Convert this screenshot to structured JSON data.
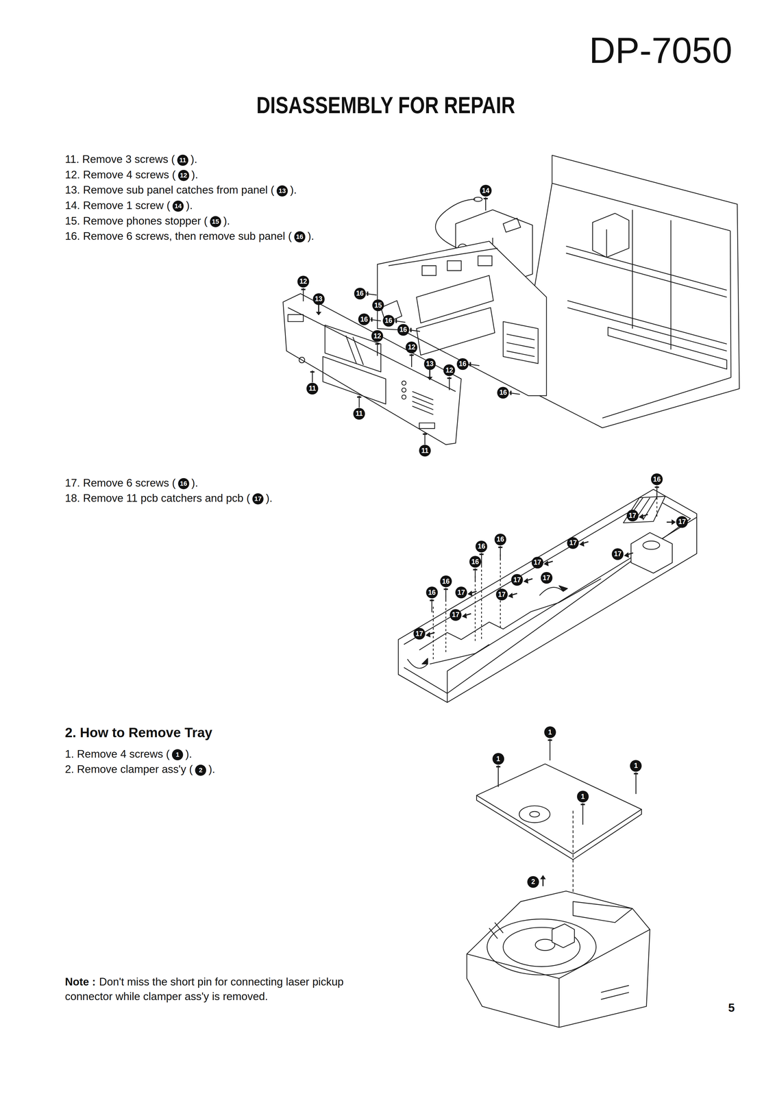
{
  "diagram": {
    "title": "DISASSEMBLY FOR REPAIR",
    "labels": [
      "DP-7050",
      "11. Remove 3 screws (",
      "11",
      ").",
      "12. Remove 4 screws (",
      "12",
      ").",
      "13. Remove sub panel catches from panel (",
      "13",
      ").",
      "14. Remove 1 screw (",
      "14",
      ").",
      "15. Remove phones stopper (",
      "15",
      ").",
      "16. Remove 6 screws, then remove sub panel (",
      "16",
      ").",
      "14",
      "12",
      "13",
      "12",
      "12",
      "13",
      "12",
      "16",
      "15",
      "16",
      "16",
      "16",
      "16",
      "16",
      "11",
      "11",
      "11",
      "17. Remove 6 screws (",
      "16",
      ").",
      "18. Remove 11 pcb catchers and pcb (",
      "17",
      ").",
      "16",
      "16",
      "16",
      "16",
      "16",
      "16",
      "17",
      "17",
      "17",
      "17",
      "17",
      "17",
      "17",
      "17",
      "17",
      "17",
      "17",
      "2. How to Remove Tray",
      "1. Remove 4 screws (",
      "1",
      ").",
      "2. Remove clamper ass'y (",
      "2",
      ").",
      "1",
      "1",
      "1",
      "1",
      "2",
      "Note :",
      "Don't miss the short pin for connecting laser pickup connector while clamper ass'y is removed.",
      "5"
    ]
  }
}
